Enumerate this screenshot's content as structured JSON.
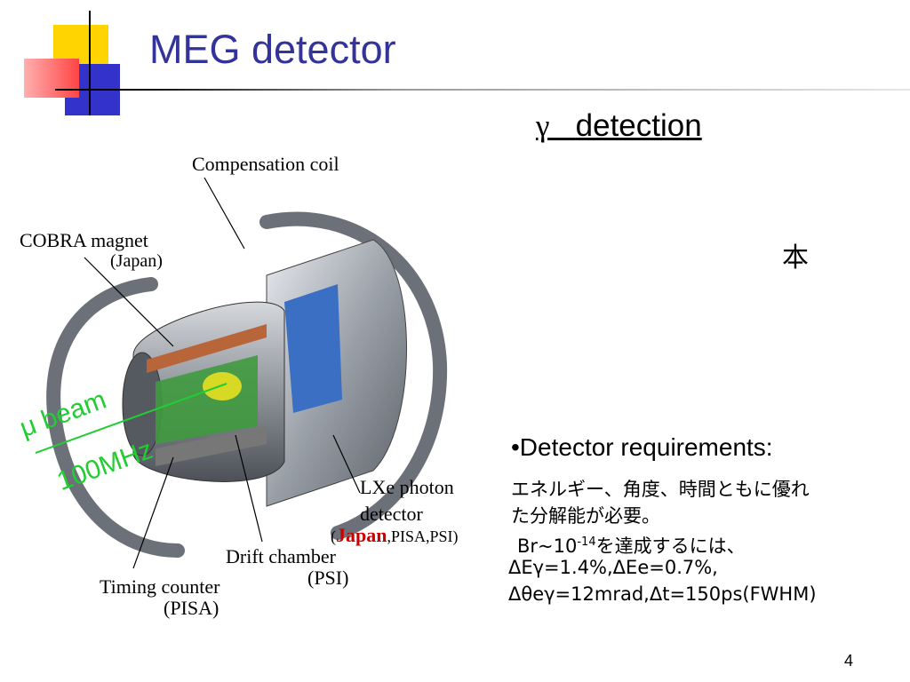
{
  "slide": {
    "title": "MEG detector",
    "page_number": "4"
  },
  "figure": {
    "labels": {
      "compensation_coil": "Compensation coil",
      "cobra_magnet": "COBRA magnet",
      "cobra_origin": "(Japan)",
      "lxe_line1": "LXe photon",
      "lxe_line2": "detector",
      "lxe_origin_open": "(",
      "lxe_origin_japan": "Japan",
      "lxe_origin_rest": ",PISA,PSI",
      "lxe_origin_close": ")",
      "drift_chamber": "Drift chamber",
      "drift_origin": "(PSI)",
      "timing_counter": "Timing counter",
      "timing_origin": "(PISA)"
    },
    "beam": {
      "symbol": "μ",
      "label": "beam",
      "rate": "100MHz"
    },
    "colors": {
      "beam": "#22cc33",
      "japan": "#cc0000",
      "ring": "#6b7079",
      "detector_blue": "#3a6fc4"
    }
  },
  "right": {
    "gamma_head_symbol": "γ",
    "gamma_head_text": "detection",
    "red_line1": "",
    "red_line2": "",
    "line3": "本",
    "line4": "",
    "line5": "",
    "line6": "",
    "line7": "",
    "line8": "",
    "requirements_head": "•Detector requirements:",
    "req_line1": "エネルギー、角度、時間ともに優れ",
    "req_line2": "た分解能が必要。",
    "req_line3_a": "Br~10",
    "req_line3_sup": "-14",
    "req_line3_b": "を達成するには、",
    "req_line4": "ΔEγ=1.4%,ΔEe=0.7%,",
    "req_line5": "Δθeγ=12mrad,Δt=150ps(FWHM)"
  }
}
